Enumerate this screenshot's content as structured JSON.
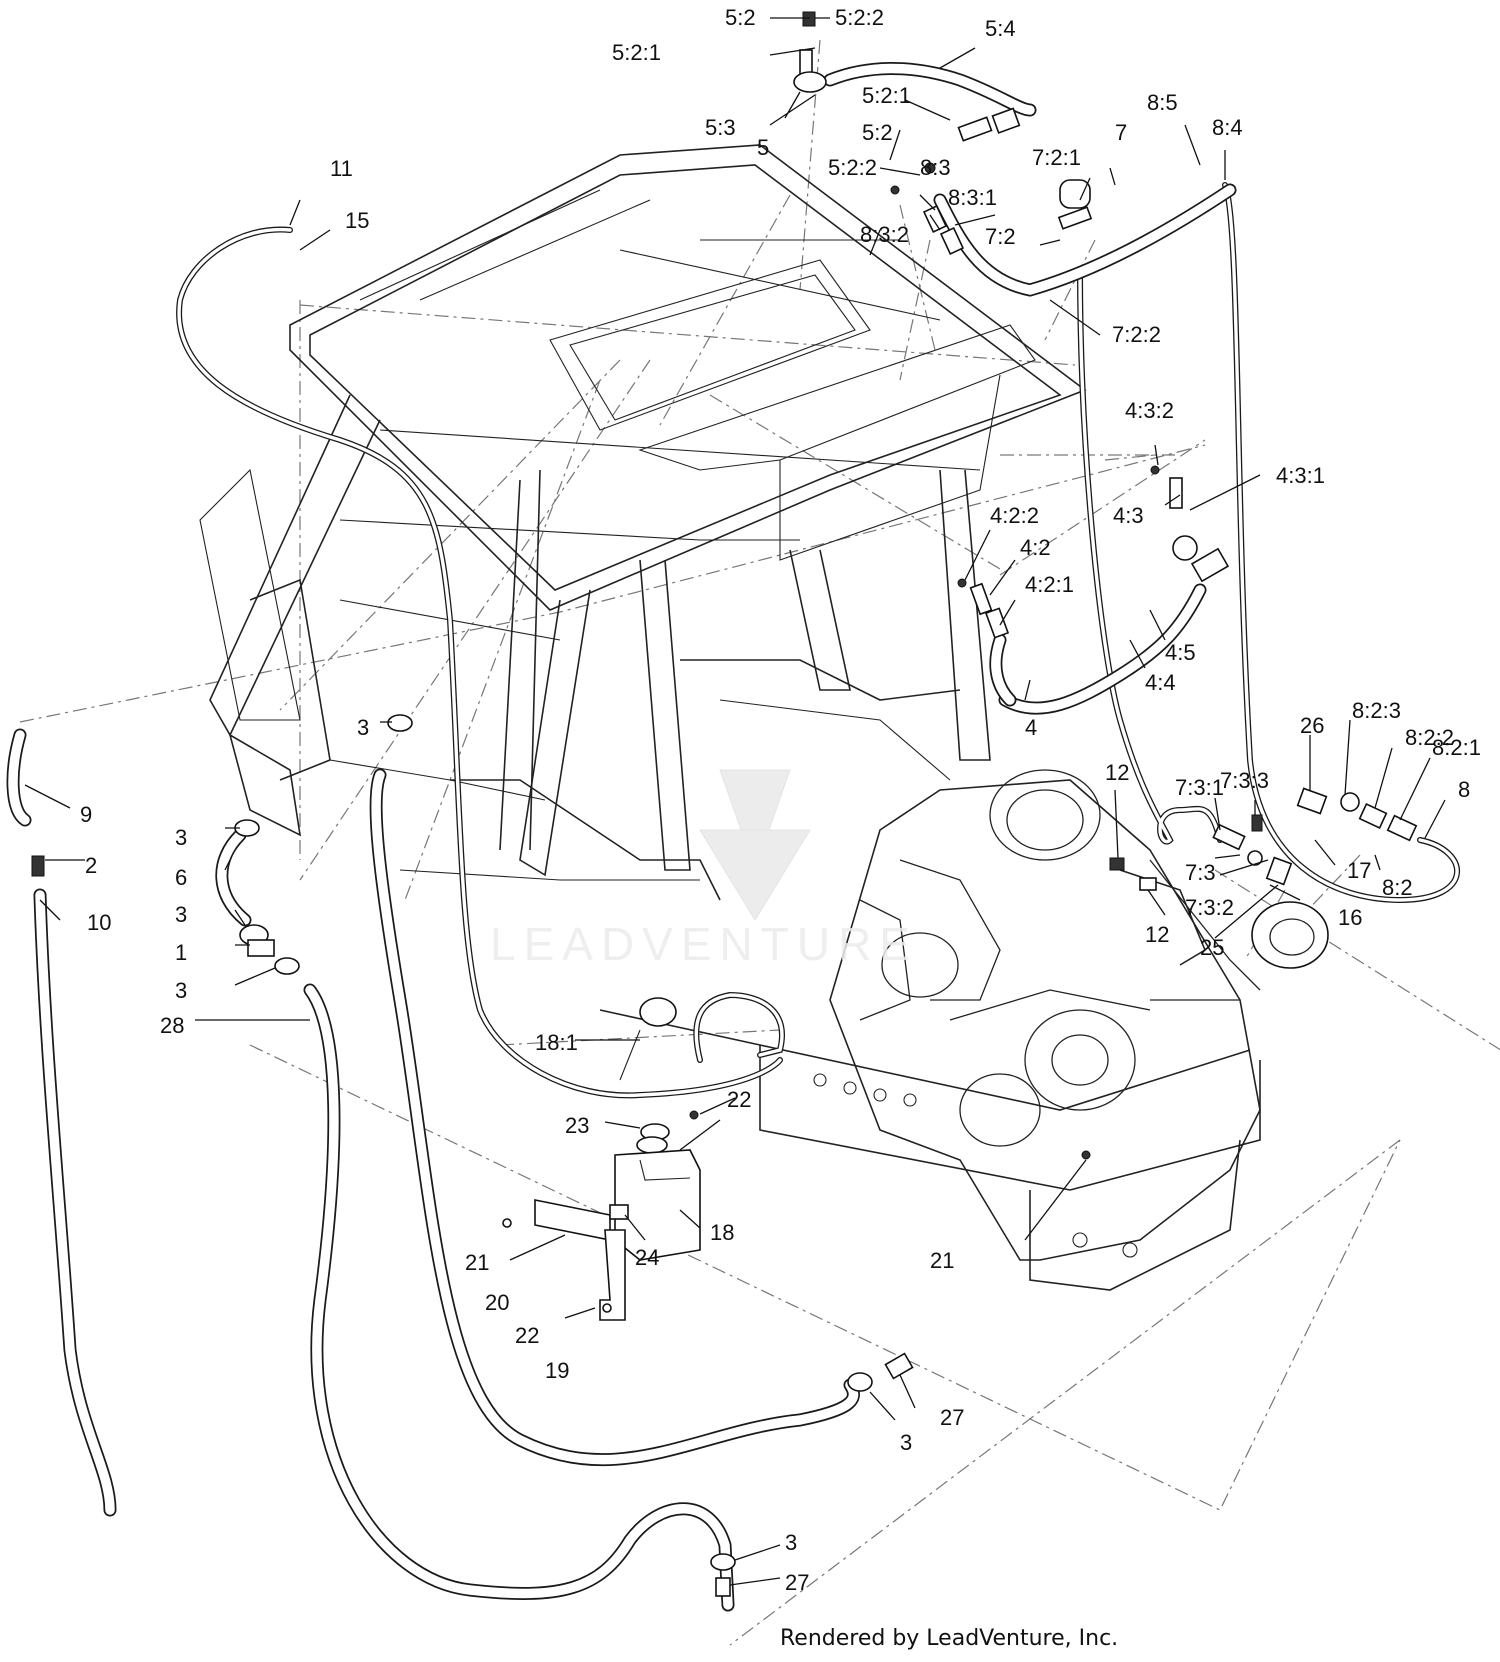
{
  "diagram": {
    "callouts": [
      {
        "id": "5:2",
        "text": "5:2"
      },
      {
        "id": "5:2:2a",
        "text": "5:2:2"
      },
      {
        "id": "5:2:1a",
        "text": "5:2:1"
      },
      {
        "id": "5:4",
        "text": "5:4"
      },
      {
        "id": "5:2:1b",
        "text": "5:2:1"
      },
      {
        "id": "5:3",
        "text": "5:3"
      },
      {
        "id": "5:2b",
        "text": "5:2"
      },
      {
        "id": "5",
        "text": "5"
      },
      {
        "id": "8:5",
        "text": "8:5"
      },
      {
        "id": "8:4",
        "text": "8:4"
      },
      {
        "id": "7",
        "text": "7"
      },
      {
        "id": "7:2:1",
        "text": "7:2:1"
      },
      {
        "id": "5:2:2b",
        "text": "5:2:2"
      },
      {
        "id": "8:3",
        "text": "8:3"
      },
      {
        "id": "8:3:1",
        "text": "8:3:1"
      },
      {
        "id": "11",
        "text": "11"
      },
      {
        "id": "15",
        "text": "15"
      },
      {
        "id": "7:2",
        "text": "7:2"
      },
      {
        "id": "8:3:2",
        "text": "8:3:2"
      },
      {
        "id": "7:2:2",
        "text": "7:2:2"
      },
      {
        "id": "4:3:2",
        "text": "4:3:2"
      },
      {
        "id": "4:3:1",
        "text": "4:3:1"
      },
      {
        "id": "4:3",
        "text": "4:3"
      },
      {
        "id": "4:2:2",
        "text": "4:2:2"
      },
      {
        "id": "4:2",
        "text": "4:2"
      },
      {
        "id": "4:2:1",
        "text": "4:2:1"
      },
      {
        "id": "4:5",
        "text": "4:5"
      },
      {
        "id": "4:4",
        "text": "4:4"
      },
      {
        "id": "4",
        "text": "4"
      },
      {
        "id": "8:2:3",
        "text": "8:2:3"
      },
      {
        "id": "8:2:2",
        "text": "8:2:2"
      },
      {
        "id": "8:2:1",
        "text": "8:2:1"
      },
      {
        "id": "26",
        "text": "26"
      },
      {
        "id": "3a",
        "text": "3"
      },
      {
        "id": "12a",
        "text": "12"
      },
      {
        "id": "7:3:3",
        "text": "7:3:3"
      },
      {
        "id": "7:3:1",
        "text": "7:3:1"
      },
      {
        "id": "8",
        "text": "8"
      },
      {
        "id": "9",
        "text": "9"
      },
      {
        "id": "3b",
        "text": "3"
      },
      {
        "id": "2",
        "text": "2"
      },
      {
        "id": "17",
        "text": "17"
      },
      {
        "id": "7:3",
        "text": "7:3"
      },
      {
        "id": "8:2",
        "text": "8:2"
      },
      {
        "id": "6",
        "text": "6"
      },
      {
        "id": "7:3:2",
        "text": "7:3:2"
      },
      {
        "id": "10",
        "text": "10"
      },
      {
        "id": "3c",
        "text": "3"
      },
      {
        "id": "16",
        "text": "16"
      },
      {
        "id": "12b",
        "text": "12"
      },
      {
        "id": "1",
        "text": "1"
      },
      {
        "id": "25",
        "text": "25"
      },
      {
        "id": "3d",
        "text": "3"
      },
      {
        "id": "28",
        "text": "28"
      },
      {
        "id": "18:1",
        "text": "18:1"
      },
      {
        "id": "22a",
        "text": "22"
      },
      {
        "id": "23",
        "text": "23"
      },
      {
        "id": "18",
        "text": "18"
      },
      {
        "id": "24",
        "text": "24"
      },
      {
        "id": "21a",
        "text": "21"
      },
      {
        "id": "21b",
        "text": "21"
      },
      {
        "id": "20",
        "text": "20"
      },
      {
        "id": "22b",
        "text": "22"
      },
      {
        "id": "19",
        "text": "19"
      },
      {
        "id": "27a",
        "text": "27"
      },
      {
        "id": "3e",
        "text": "3"
      },
      {
        "id": "3f",
        "text": "3"
      },
      {
        "id": "27b",
        "text": "27"
      }
    ],
    "watermark_text": "LEADVENTURE",
    "footer": "Rendered by LeadVenture, Inc."
  }
}
